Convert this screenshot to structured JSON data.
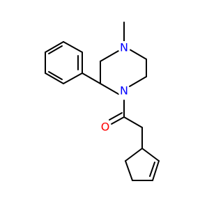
{
  "molecule": {
    "atoms": [
      {
        "id": "N4",
        "label": "N",
        "color": "#0000ff"
      },
      {
        "id": "N1",
        "label": "N",
        "color": "#0000ff"
      },
      {
        "id": "O",
        "label": "O",
        "color": "#ff0000"
      }
    ],
    "bond_color": "#000000"
  }
}
